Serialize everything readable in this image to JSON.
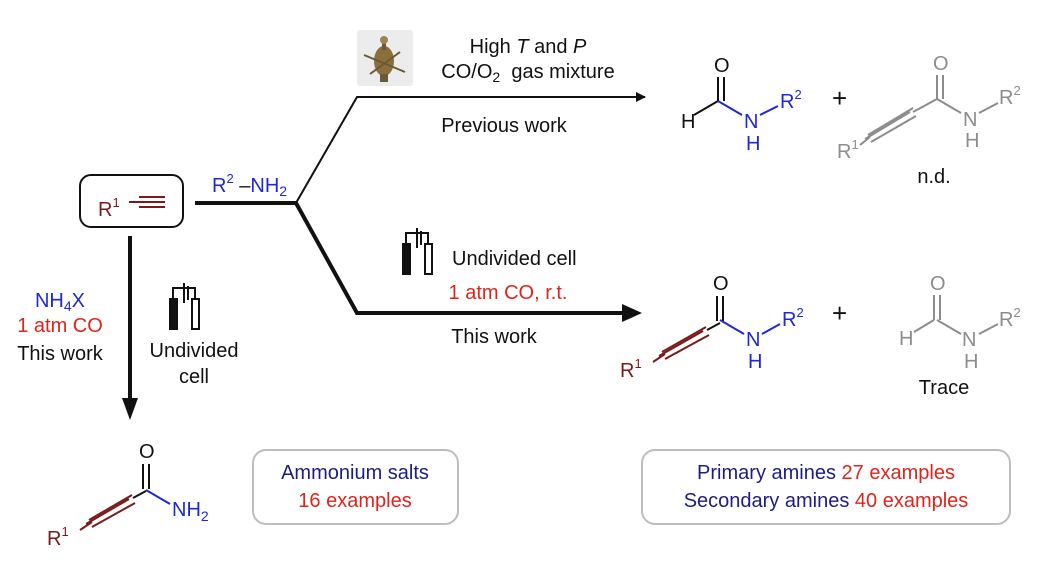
{
  "start_material": {
    "r": "R",
    "sup": "1"
  },
  "amine_reagent": {
    "r": "R",
    "sup": "2",
    "nh": "NH",
    "sub": "2"
  },
  "previous_work": {
    "line1_pre": "High ",
    "T": "T",
    "and": " and ",
    "P": "P",
    "line2_pre": "CO/O",
    "line2_sub": "2",
    "line2_post": "  gas mixture",
    "caption": "Previous work",
    "byproduct_note": "n.d."
  },
  "this_work": {
    "cell": "Undivided cell",
    "conditions": "1 atm CO, r.t.",
    "caption": "This work",
    "byproduct_note": "Trace"
  },
  "ammonium_route": {
    "nh4x_nh": "NH",
    "nh4x_sub": "4",
    "nh4x_x": "X",
    "co": "1 atm CO",
    "caption": "This work",
    "cell_line1": "Undivided",
    "cell_line2": "cell"
  },
  "ammonium_box": {
    "title": "Ammonium salts",
    "count": "16 examples"
  },
  "amines_box": {
    "primary_label": "Primary amines",
    "primary_count": "27 examples",
    "secondary_label": "Secondary amines",
    "secondary_count": "40 examples"
  },
  "atoms": {
    "O": "O",
    "H": "H",
    "N": "N",
    "NH2_N": "NH",
    "NH2_sub": "2",
    "R": "R",
    "one": "1",
    "two": "2",
    "plus": "+"
  },
  "colors": {
    "black": "#111111",
    "red": "#e2231a",
    "blue": "#1f28d6",
    "navy": "#1c1c86",
    "gray": "#8c8c8c",
    "dark_red": "#7a1a1a",
    "box_border": "#bdbdbd"
  }
}
